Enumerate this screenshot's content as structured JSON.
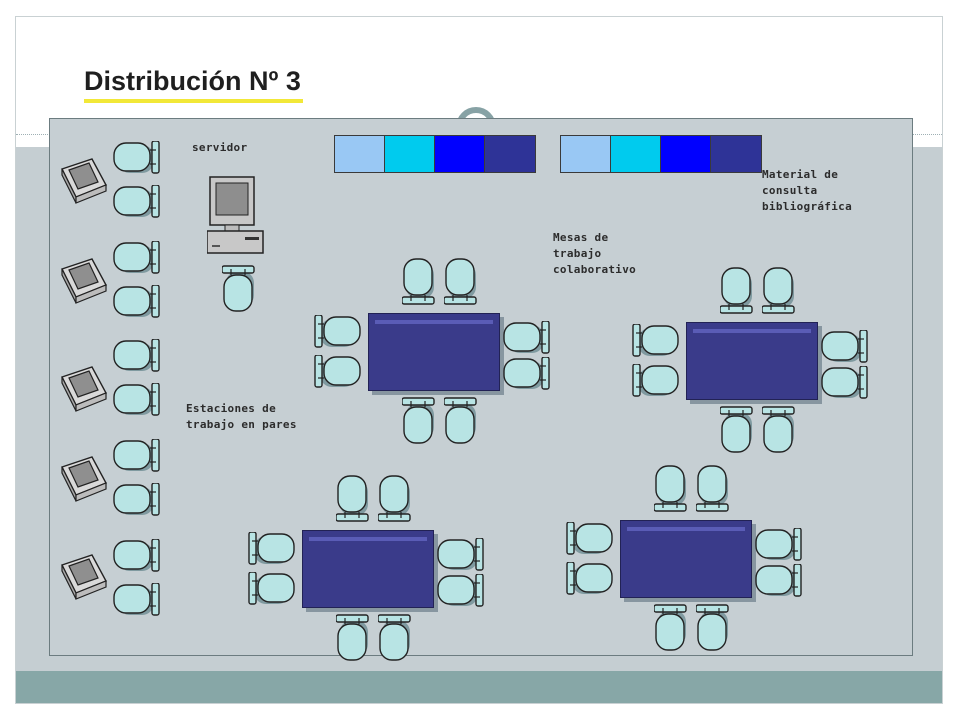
{
  "title": "Distribución Nº 3",
  "labels": {
    "servidor": "servidor",
    "material": [
      "Material de",
      "consulta",
      "bibliográfica"
    ],
    "mesas": [
      "Mesas de",
      "trabajo",
      "colaborativo"
    ],
    "estaciones": [
      "Estaciones de",
      "trabajo en pares"
    ]
  },
  "colors": {
    "shelves": [
      "#99c8f4",
      "#00cbee",
      "#0000ff",
      "#2e3397"
    ],
    "table": "#3a3b8a",
    "chair": "#b8e4e4",
    "background": "#c6cfd3",
    "footer": "#87a7a7",
    "title_underline": "#f2e838"
  },
  "icons": {
    "workstation": "computer-icon",
    "server": "server-computer-icon",
    "chair": "chair-icon",
    "table": "collaborative-table"
  }
}
